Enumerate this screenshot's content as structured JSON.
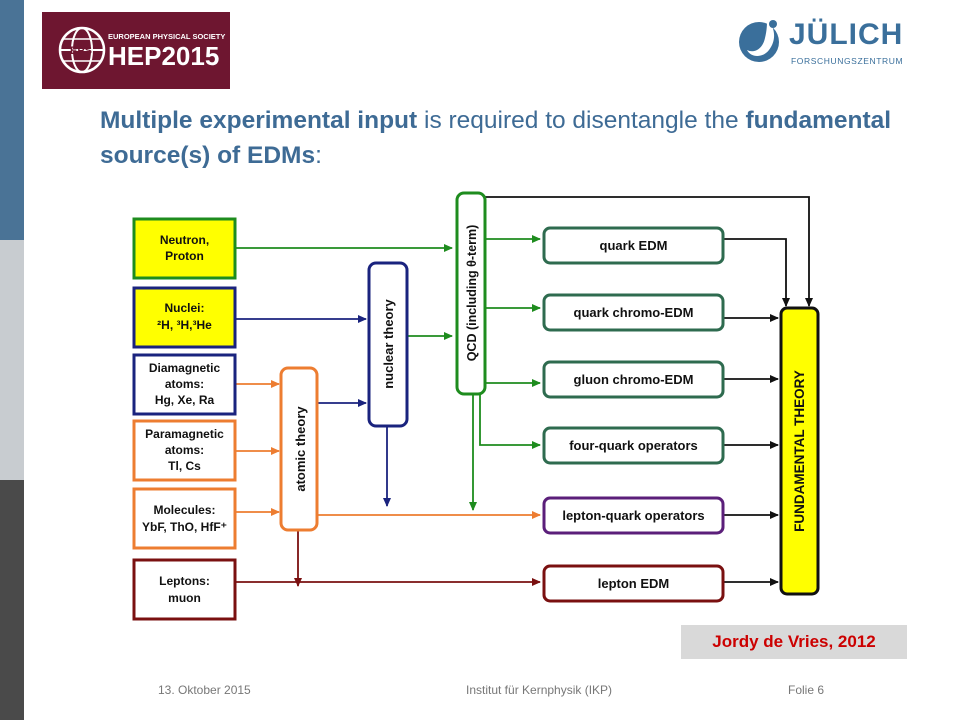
{
  "header": {
    "conference_logo": {
      "org": "EUROPEAN PHYSICAL SOCIETY",
      "event": "HEP2015",
      "mark": "EPS"
    },
    "institute_logo": {
      "name": "JÜLICH",
      "sub": "FORSCHUNGSZENTRUM"
    }
  },
  "title": {
    "part1": "Multiple experimental input",
    "part2": " is required to disentangle the ",
    "part3": "fundamental source(s) of EDMs",
    "part4": ":"
  },
  "diagram": {
    "inputs": {
      "neutron_proton": [
        "Neutron,",
        "Proton"
      ],
      "nuclei": [
        "Nuclei:",
        "²H, ³H,³He"
      ],
      "diamagnetic": [
        "Diamagnetic",
        "atoms:",
        "Hg, Xe, Ra"
      ],
      "paramagnetic": [
        "Paramagnetic",
        "atoms:",
        "Tl, Cs"
      ],
      "molecules": [
        "Molecules:",
        "YbF, ThO, HfF⁺"
      ],
      "leptons": [
        "Leptons:",
        "muon"
      ]
    },
    "theories": {
      "atomic": "atomic theory",
      "nuclear": "nuclear theory",
      "qcd": "QCD (including θ-term)"
    },
    "operators": {
      "quark_edm": "quark EDM",
      "quark_chromo_edm": "quark chromo-EDM",
      "gluon_chromo_edm": "gluon chromo-EDM",
      "four_quark": "four-quark operators",
      "lepton_quark": "lepton-quark operators",
      "lepton_edm": "lepton EDM"
    },
    "fundamental": "FUNDAMENTAL THEORY",
    "colors": {
      "green": "#1e8c1e",
      "blue": "#1a237e",
      "orange": "#ed7d31",
      "darkred": "#7a1010",
      "teal": "#2e6b4f",
      "purple": "#5b1f7a",
      "yellow": "#ffff00",
      "black": "#111111"
    }
  },
  "credit": "Jordy de Vries, 2012",
  "footer": {
    "date": "13. Oktober 2015",
    "institute": "Institut für Kernphysik (IKP)",
    "slide": "Folie 6"
  }
}
